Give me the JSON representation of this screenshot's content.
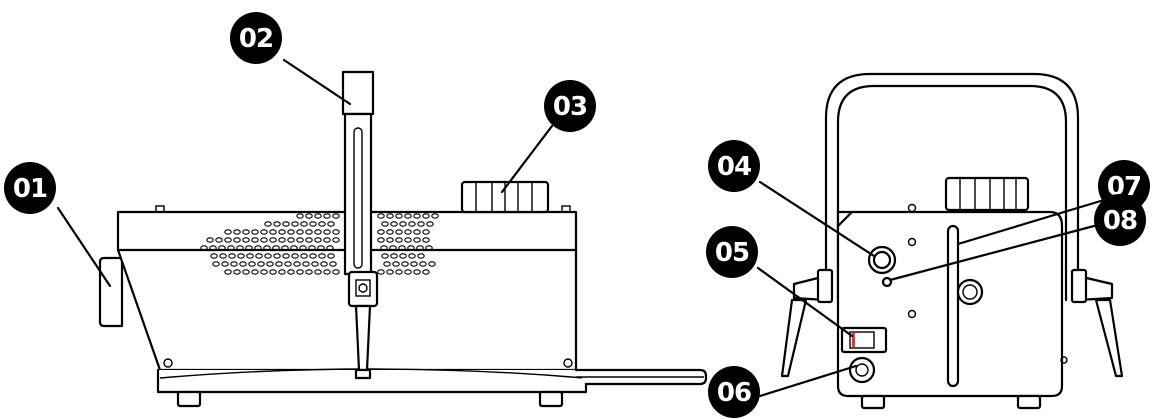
{
  "callouts": [
    {
      "id": "01",
      "label": "01"
    },
    {
      "id": "02",
      "label": "02"
    },
    {
      "id": "03",
      "label": "03"
    },
    {
      "id": "04",
      "label": "04"
    },
    {
      "id": "05",
      "label": "05"
    },
    {
      "id": "06",
      "label": "06"
    },
    {
      "id": "07",
      "label": "07"
    },
    {
      "id": "08",
      "label": "08"
    }
  ]
}
